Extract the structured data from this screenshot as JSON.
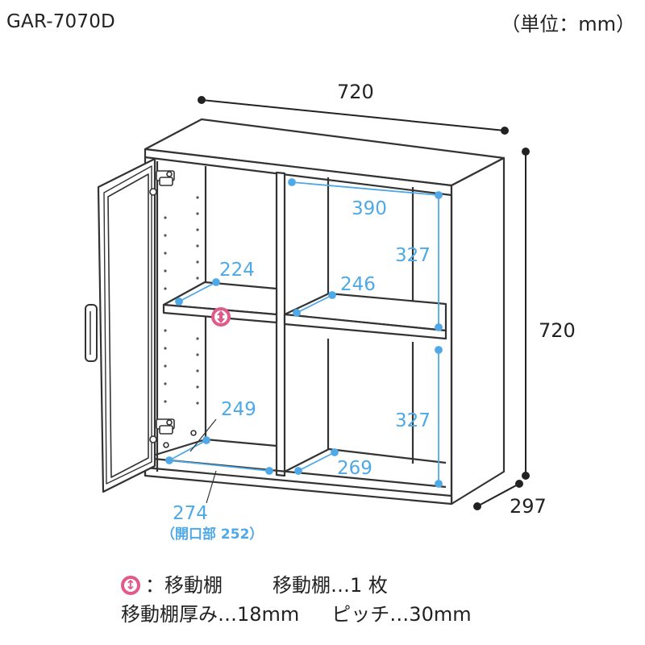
{
  "header": {
    "model": "GAR-7070D",
    "unit": "（単位：mm）"
  },
  "dimensions": {
    "width": "720",
    "height": "720",
    "depth": "297"
  },
  "interior": {
    "shelf_width_left": "224",
    "shelf_width_right": "390",
    "shelf_depth_left_top": "246",
    "upper_height": "327",
    "lower_height": "327",
    "bottom_depth_left": "249",
    "bottom_depth_right": "269",
    "bottom_width_left": "274",
    "opening_note": "（開口部 252）"
  },
  "legend": {
    "mark_label": "：移動棚",
    "shelf_count": "移動棚…1 枚",
    "shelf_thickness": "移動棚厚み…18mm",
    "pitch": "ピッチ…30mm"
  },
  "colors": {
    "line": "#333333",
    "dimension_blue": "#4ea9e6",
    "marker_pink": "#e05a8a"
  }
}
